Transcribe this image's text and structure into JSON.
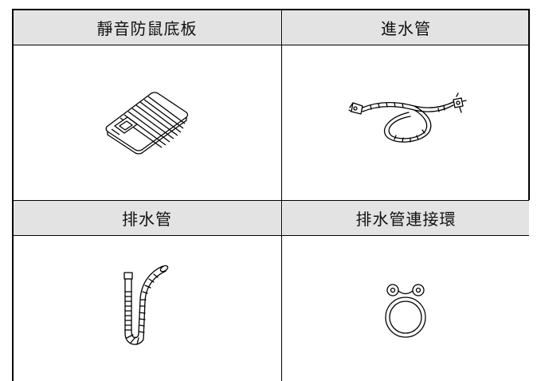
{
  "parts_table": {
    "accessories": [
      {
        "label": "靜音防鼠底板",
        "icon": "anti-rodent-base-plate-icon"
      },
      {
        "label": "進水管",
        "icon": "water-inlet-hose-icon"
      },
      {
        "label": "排水管",
        "icon": "drain-hose-icon"
      },
      {
        "label": "排水管連接環",
        "icon": "drain-hose-connector-ring-icon"
      }
    ]
  },
  "colors": {
    "header_background": "#e3e3e3",
    "line": "#000000",
    "background": "#ffffff"
  }
}
